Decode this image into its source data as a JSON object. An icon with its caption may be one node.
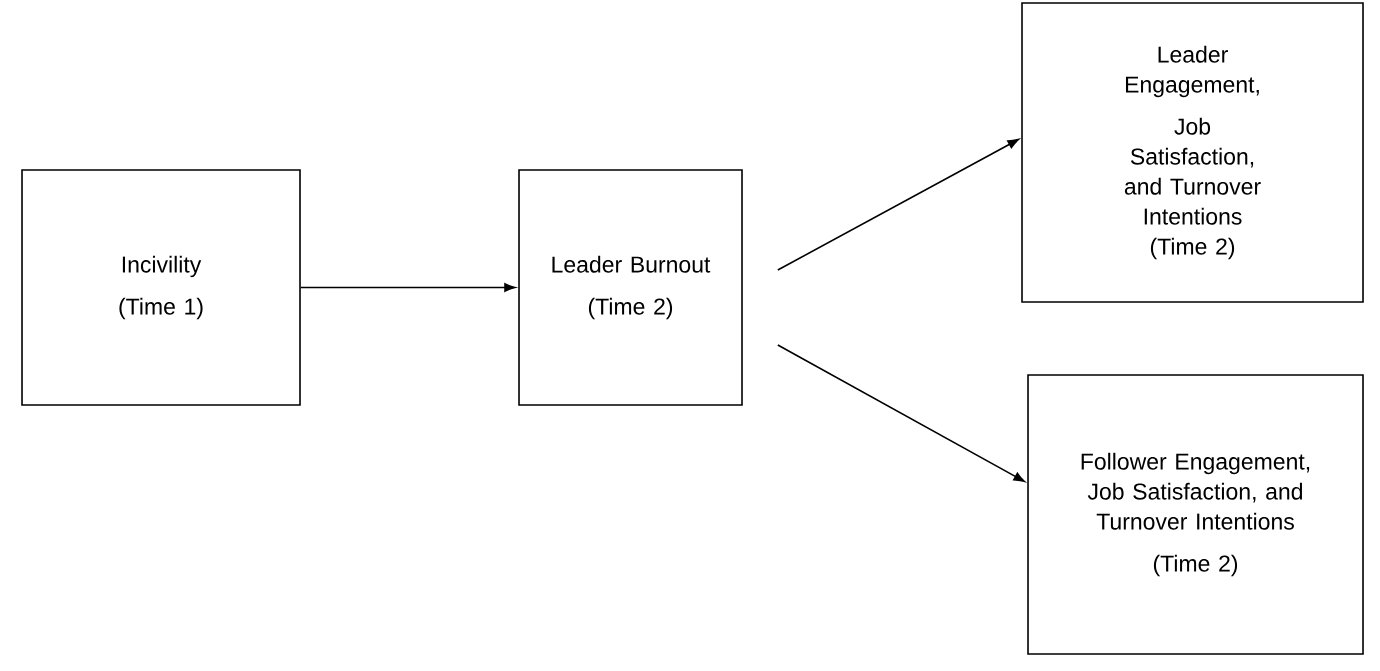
{
  "diagram": {
    "nodes": [
      {
        "text": [
          "Incivility",
          "(Time 1)"
        ]
      },
      {
        "text": [
          "Leader Burnout",
          "(Time 2)"
        ]
      },
      {
        "text": [
          "Leader Engagement,",
          "Job Satisfaction, and Turnover Intentions (Time 2)"
        ]
      },
      {
        "text": [
          "Follower Engagement, Job Satisfaction, and Turnover Intentions",
          "(Time 2)"
        ]
      }
    ],
    "edges": [
      {
        "from": 0,
        "to": 1,
        "arrow": "to"
      },
      {
        "from": 1,
        "to": 2,
        "arrow": "to"
      },
      {
        "from": 1,
        "to": 3,
        "arrow": "to"
      }
    ]
  }
}
